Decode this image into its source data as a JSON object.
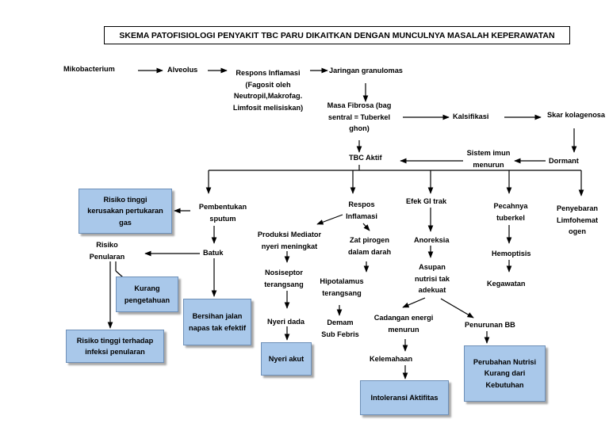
{
  "title": "SKEMA PATOFISIOLOGI PENYAKIT TBC PARU DIKAITKAN DENGAN MUNCULNYA MASALAH KEPERAWATAN",
  "nodes": {
    "mikobacterium": "Mikobacterium",
    "alveolus": "Alveolus",
    "respons_inflamasi": "Respons Inflamasi\n(Fagosit oleh\nNeutropil,Makrofag.\nLimfosit melisiskan)",
    "jaringan_granulomas": "Jaringan granulomas",
    "masa_fibrosa": "Masa Fibrosa (bag\nsentral = Tuberkel\nghon)",
    "kalsifikasi": "Kalsifikasi",
    "skar_kolagenosa": "Skar kolagenosa",
    "dormant": "Dormant",
    "sistem_imun": "Sistem imun\nmenurun",
    "tbc_aktif": "TBC Aktif",
    "pembentukan_sputum": "Pembentukan\nsputum",
    "respos_inflamasi": "Respos\nInflamasi",
    "efek_gi": "Efek GI trak",
    "pecahnya_tuberkel": "Pecahnya\ntuberkel",
    "penyebaran": "Penyebaran\nLimfohemat\nogen",
    "risiko_penularan": "Risiko\nPenularan",
    "batuk": "Batuk",
    "produksi_mediator": "Produksi Mediator\nnyeri meningkat",
    "zat_pirogen": "Zat pirogen\ndalam darah",
    "anoreksia": "Anoreksia",
    "hemoptisis": "Hemoptisis",
    "nosiseptor": "Nosiseptor\nterangsang",
    "hipotalamus": "Hipotalamus\nterangsang",
    "asupan_nutrisi": "Asupan\nnutrisi tak\nadekuat",
    "kegawatan": "Kegawatan",
    "nyeri_dada": "Nyeri dada",
    "demam": "Demam\nSub Febris",
    "cadangan_energi": "Cadangan energi\nmenurun",
    "penurunan_bb": "Penurunan BB",
    "kelemahaan": "Kelemahaan"
  },
  "diagnoses": {
    "risiko_kerusakan": "Risiko tinggi\nkerusakan pertukaran\ngas",
    "kurang_pengetahuan": "Kurang\npengetahuan",
    "risiko_infeksi": "Risiko tinggi terhadap\ninfeksi penularan",
    "bersihan_jalan": "Bersihan jalan\nnapas tak efektif",
    "nyeri_akut": "Nyeri akut",
    "intoleransi": "Intoleransi Aktifitas",
    "perubahan_nutrisi": "Perubahan Nutrisi\nKurang dari\nKebutuhan"
  },
  "colors": {
    "box_fill": "#a9c8ea",
    "box_border": "#6d8fb7",
    "line": "#000000"
  }
}
